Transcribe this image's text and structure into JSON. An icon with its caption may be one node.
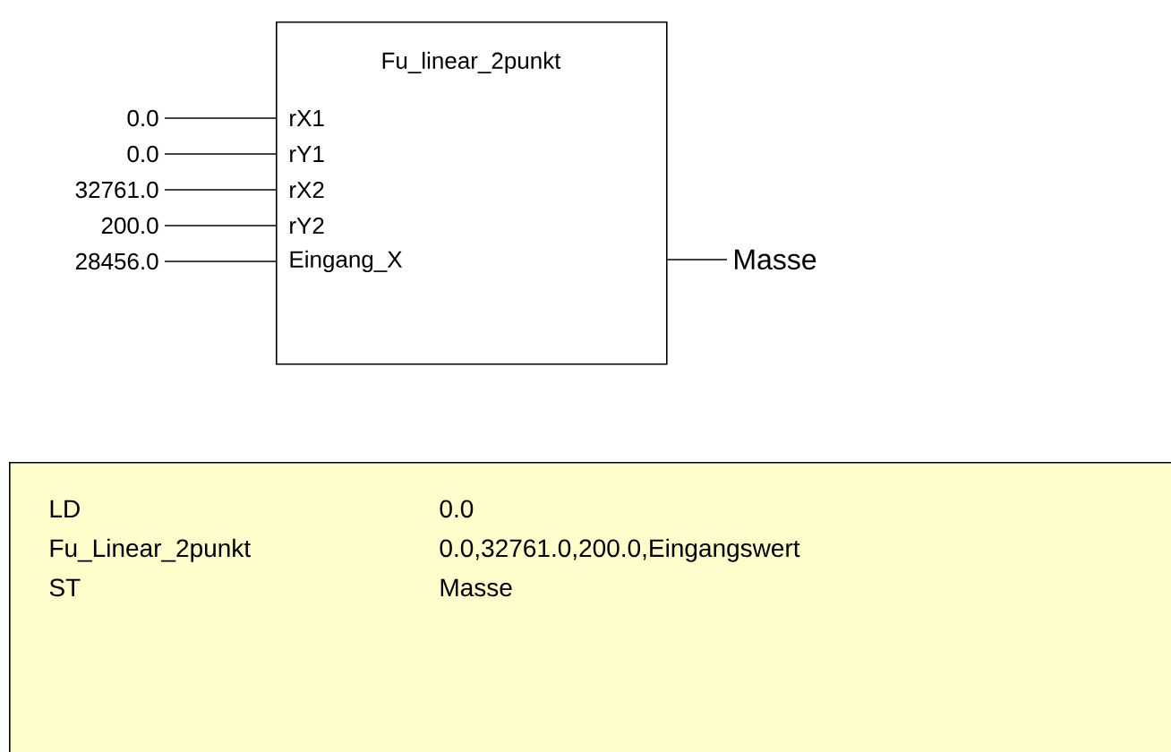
{
  "diagram": {
    "nodes": [
      {
        "text": [
          "Fu_linear_2punkt",
          "rX1",
          "rY1",
          "rX2",
          "rY2",
          "Eingang_X"
        ]
      },
      {
        "text": [
          "0.0"
        ]
      },
      {
        "text": [
          "0.0"
        ]
      },
      {
        "text": [
          "32761.0"
        ]
      },
      {
        "text": [
          "200.0"
        ]
      },
      {
        "text": [
          "28456.0"
        ]
      },
      {
        "text": [
          "Masse"
        ]
      },
      {
        "text": [
          "LD",
          "0.0",
          "Fu_Linear_2punkt",
          "0.0,32761.0,200.0,Eingangswert",
          "ST",
          "Masse"
        ]
      }
    ],
    "edges": [
      {
        "from": 1,
        "to": 0,
        "arrow": "none"
      },
      {
        "from": 2,
        "to": 0,
        "arrow": "none"
      },
      {
        "from": 3,
        "to": 0,
        "arrow": "none"
      },
      {
        "from": 4,
        "to": 0,
        "arrow": "none"
      },
      {
        "from": 5,
        "to": 0,
        "arrow": "none"
      },
      {
        "from": 0,
        "to": 6,
        "arrow": "none"
      }
    ]
  }
}
